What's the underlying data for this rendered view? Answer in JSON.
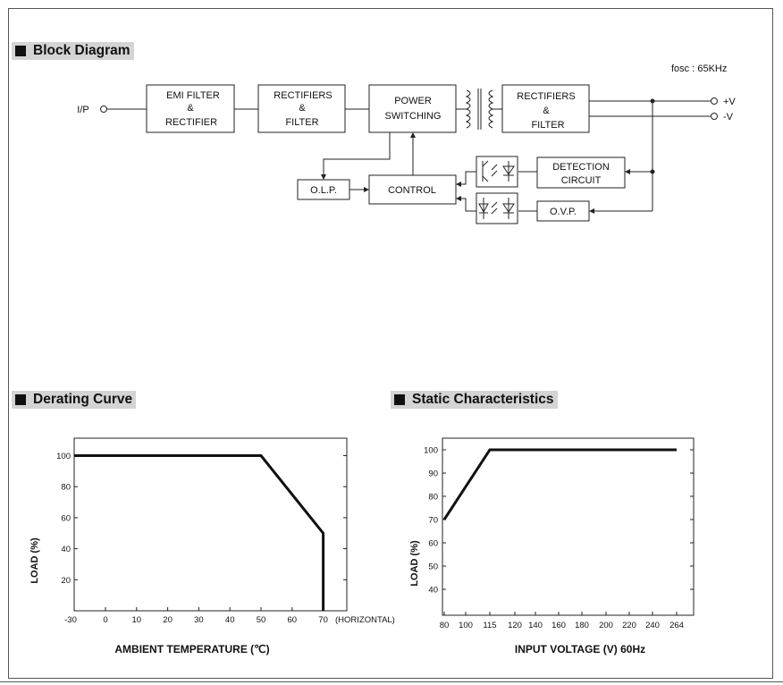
{
  "block_diagram": {
    "title": "Block Diagram",
    "fosc": "fosc : 65KHz",
    "input_label": "I/P",
    "output_pos": "+V",
    "output_neg": "-V",
    "emi": [
      "EMI FILTER",
      "&",
      "RECTIFIER"
    ],
    "rect1": [
      "RECTIFIERS",
      "&",
      "FILTER"
    ],
    "power": [
      "POWER",
      "SWITCHING"
    ],
    "rect2": [
      "RECTIFIERS",
      "&",
      "FILTER"
    ],
    "detection": [
      "DETECTION",
      "CIRCUIT"
    ],
    "olp": "O.L.P.",
    "control": "CONTROL",
    "ovp": "O.V.P."
  },
  "derating": {
    "title": "Derating Curve",
    "ylabel": "LOAD (%)",
    "xlabel": "AMBIENT TEMPERATURE (℃)",
    "x_note": "(HORIZONTAL)"
  },
  "static": {
    "title": "Static Characteristics",
    "ylabel": "LOAD (%)",
    "xlabel": "INPUT VOLTAGE (V) 60Hz"
  },
  "chart_data": [
    {
      "type": "line",
      "title": "Derating Curve",
      "xlabel": "AMBIENT TEMPERATURE (℃)",
      "ylabel": "LOAD (%)",
      "x_ticks": [
        -30,
        0,
        10,
        20,
        30,
        40,
        50,
        60,
        70
      ],
      "y_ticks": [
        20,
        40,
        60,
        80,
        100
      ],
      "x": [
        -30,
        50,
        70,
        70
      ],
      "y": [
        100,
        100,
        50,
        0
      ],
      "grid": false
    },
    {
      "type": "line",
      "title": "Static Characteristics",
      "xlabel": "INPUT VOLTAGE (V) 60Hz",
      "ylabel": "LOAD (%)",
      "x_ticks": [
        80,
        100,
        115,
        120,
        140,
        160,
        180,
        200,
        220,
        240,
        264
      ],
      "y_ticks": [
        40,
        50,
        60,
        70,
        80,
        90,
        100
      ],
      "x": [
        80,
        115,
        264
      ],
      "y": [
        70,
        100,
        100
      ],
      "grid": false
    }
  ]
}
